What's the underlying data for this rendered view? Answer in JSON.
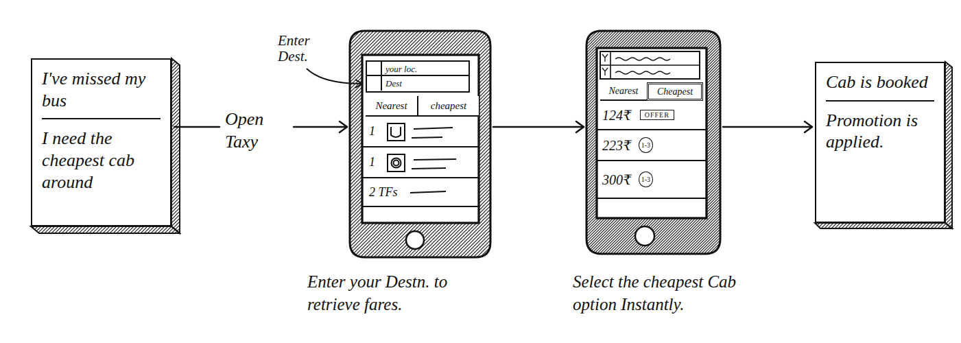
{
  "diagram": {
    "nodes": [
      {
        "text": [
          "I've missed my bus",
          "I need the cheapest cab around"
        ]
      },
      {
        "text": [
          "Enter your Destn. to retrieve fares."
        ]
      },
      {
        "text": [
          "your loc.",
          "Dest"
        ],
        "in": 1
      },
      {
        "text": [
          "Nearest"
        ],
        "in": 1
      },
      {
        "text": [
          "cheapest"
        ],
        "in": 1
      },
      {
        "text": [
          "1"
        ],
        "in": 1
      },
      {
        "text": [
          "1"
        ],
        "in": 1
      },
      {
        "text": [
          "2 TFs"
        ],
        "in": 1
      },
      {
        "text": [
          "Select the cheapest Cab option Instantly."
        ]
      },
      {
        "text": [
          "Nearest"
        ],
        "in": 8
      },
      {
        "text": [
          "Cheapest"
        ],
        "in": 8
      },
      {
        "text": [
          "124₹",
          "OFFER"
        ],
        "in": 8
      },
      {
        "text": [
          "223₹",
          "1-3"
        ],
        "in": 8
      },
      {
        "text": [
          "300₹",
          "1-3"
        ],
        "in": 8
      },
      {
        "text": [
          "Cab is booked",
          "Promotion is applied."
        ]
      }
    ],
    "edges": [
      {
        "from": 0,
        "to": 1,
        "label": "Open Taxy",
        "arrow": "to"
      },
      {
        "from": 1,
        "to": 8,
        "arrow": "to"
      },
      {
        "from": 8,
        "to": 14,
        "arrow": "to"
      }
    ],
    "labels": [
      "Enter Dest."
    ]
  }
}
